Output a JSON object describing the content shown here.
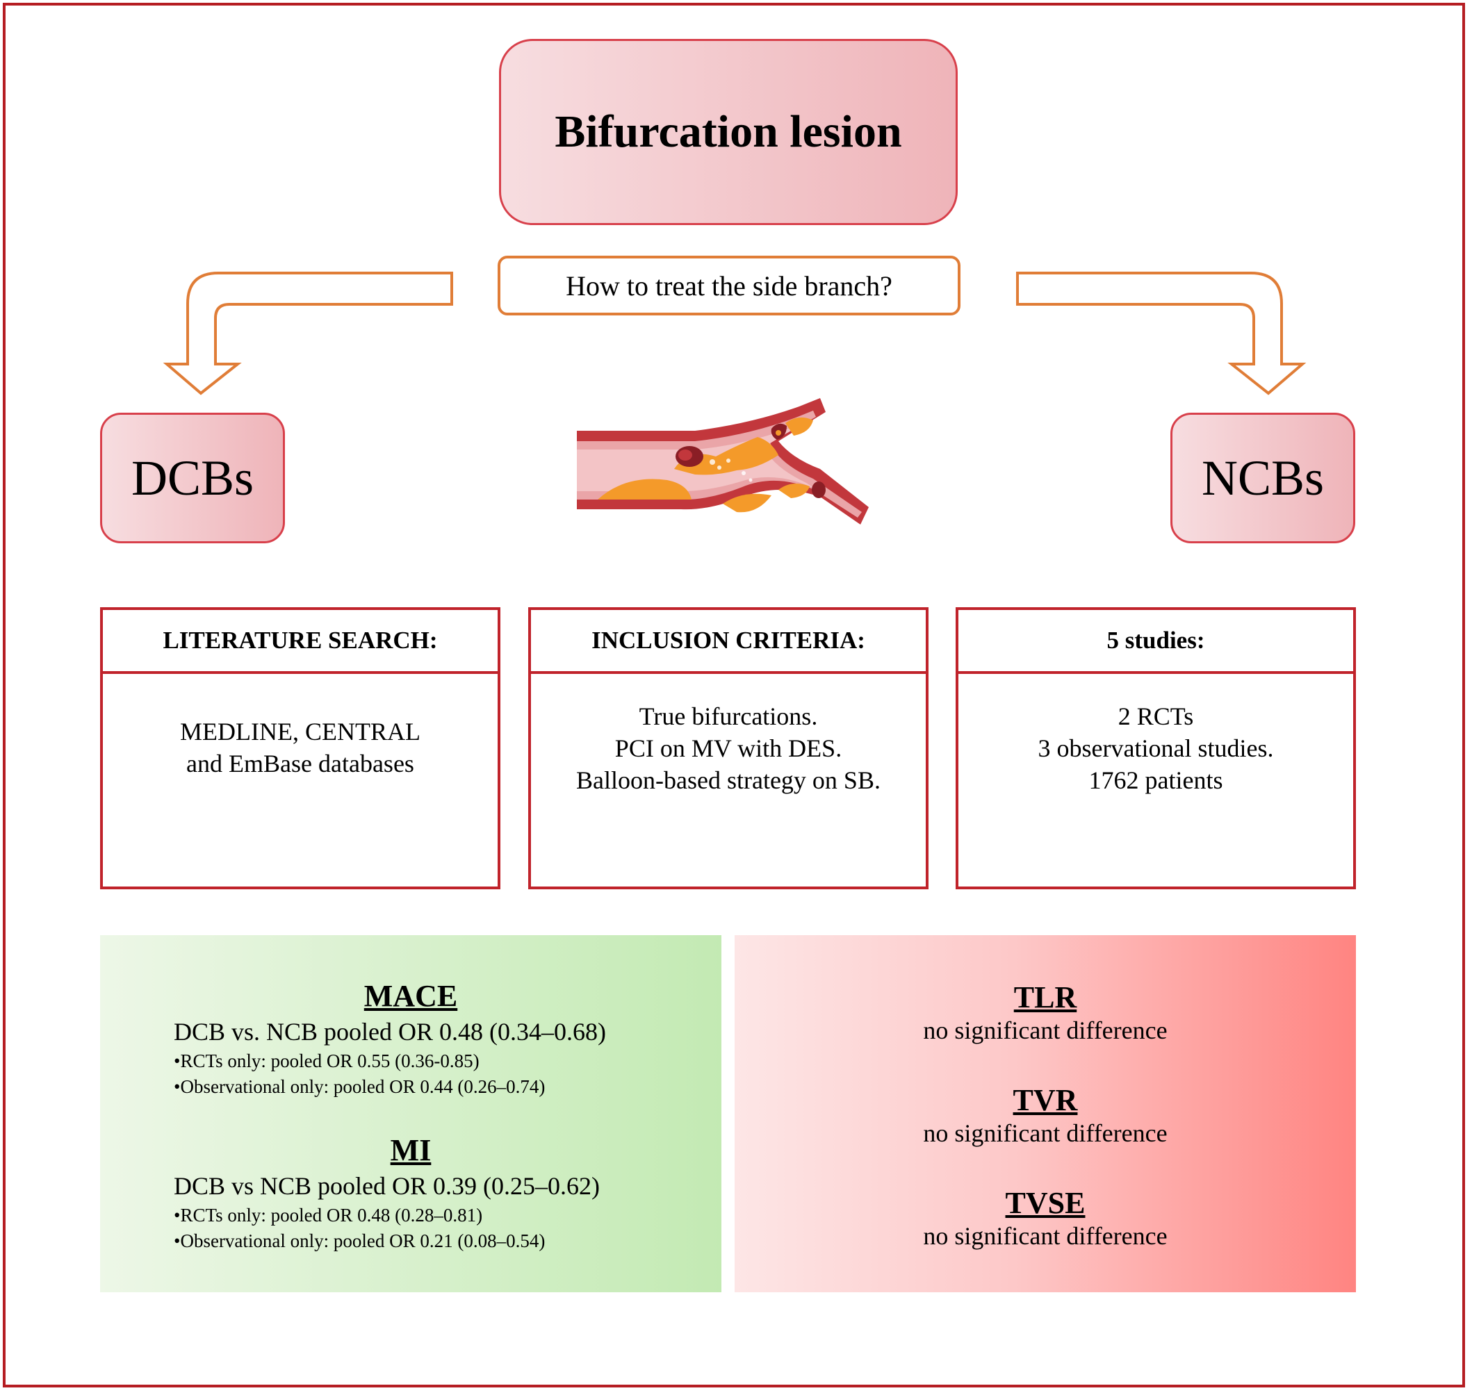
{
  "top": {
    "title": "Bifurcation lesion",
    "question": "How to treat the side branch?"
  },
  "branches": {
    "left": "DCBs",
    "right": "NCBs"
  },
  "cards": [
    {
      "header": "LITERATURE SEARCH:",
      "lines": [
        "MEDLINE, CENTRAL",
        "and EmBase databases"
      ]
    },
    {
      "header": "INCLUSION CRITERIA:",
      "lines": [
        "True bifurcations.",
        "PCI on MV with DES.",
        "Balloon-based strategy on SB."
      ]
    },
    {
      "header": "5 studies:",
      "lines": [
        "2 RCTs",
        "3 observational studies.",
        "1762 patients"
      ]
    }
  ],
  "results_green": {
    "mace": {
      "title": "MACE",
      "main": "DCB vs. NCB pooled OR 0.48 (0.34–0.68)",
      "sub": [
        "•RCTs only: pooled OR 0.55 (0.36-0.85)",
        "•Observational only: pooled OR 0.44 (0.26–0.74)"
      ]
    },
    "mi": {
      "title": "MI",
      "main": "DCB vs NCB pooled OR 0.39 (0.25–0.62)",
      "sub": [
        "•RCTs only: pooled OR 0.48 (0.28–0.81)",
        "•Observational only: pooled OR 0.21 (0.08–0.54)"
      ]
    }
  },
  "results_red": [
    {
      "title": "TLR",
      "text": "no significant difference"
    },
    {
      "title": "TVR",
      "text": "no significant difference"
    },
    {
      "title": "TVSE",
      "text": "no significant difference"
    }
  ],
  "colors": {
    "frame": "#b51d22",
    "arrow": "#e07d37",
    "box_border": "#d8404b",
    "green_panel": "#c3eab3",
    "red_panel": "#ff8481"
  }
}
